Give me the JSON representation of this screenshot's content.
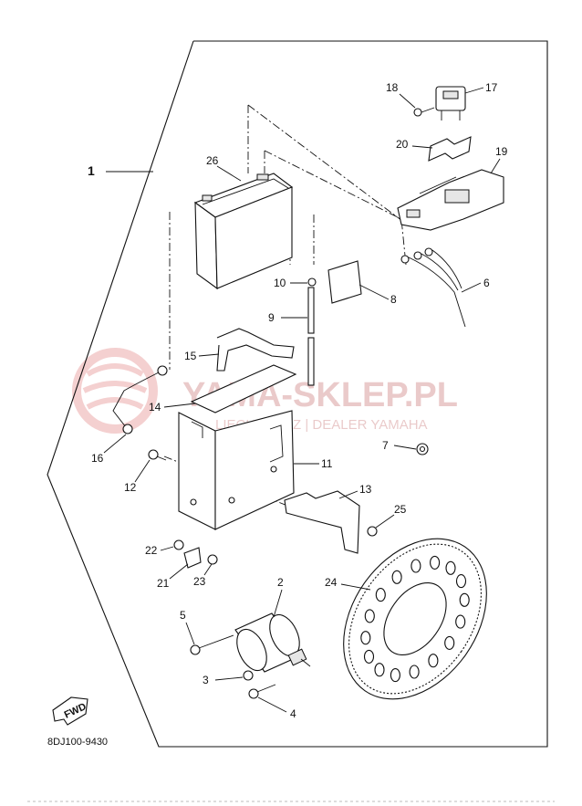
{
  "assembly_label": "1",
  "diagram_code": "8DJ100-9430",
  "fwd_label": "FWD",
  "watermark": {
    "title": "YAMA-SKLEP.PL",
    "subtitle": "LIECHOWICZ | DEALER YAMAHA",
    "color": "#d9a0a0"
  },
  "parts": [
    {
      "id": "2",
      "name": "starter-motor"
    },
    {
      "id": "3",
      "name": "nut"
    },
    {
      "id": "4",
      "name": "bolt"
    },
    {
      "id": "5",
      "name": "bolt"
    },
    {
      "id": "6",
      "name": "wire-harness"
    },
    {
      "id": "7",
      "name": "clamp"
    },
    {
      "id": "8",
      "name": "pad"
    },
    {
      "id": "9",
      "name": "breather-pipe"
    },
    {
      "id": "10",
      "name": "clip"
    },
    {
      "id": "11",
      "name": "battery-box"
    },
    {
      "id": "12",
      "name": "bolt"
    },
    {
      "id": "13",
      "name": "plate"
    },
    {
      "id": "14",
      "name": "battery-cover"
    },
    {
      "id": "15",
      "name": "battery-band"
    },
    {
      "id": "16",
      "name": "battery-lead"
    },
    {
      "id": "17",
      "name": "relay"
    },
    {
      "id": "18",
      "name": "screw"
    },
    {
      "id": "19",
      "name": "cover"
    },
    {
      "id": "20",
      "name": "bracket"
    },
    {
      "id": "21",
      "name": "holder"
    },
    {
      "id": "22",
      "name": "bolt"
    },
    {
      "id": "23",
      "name": "nut"
    },
    {
      "id": "24",
      "name": "starter-ring-gear"
    },
    {
      "id": "25",
      "name": "bolt"
    },
    {
      "id": "26",
      "name": "battery"
    }
  ]
}
